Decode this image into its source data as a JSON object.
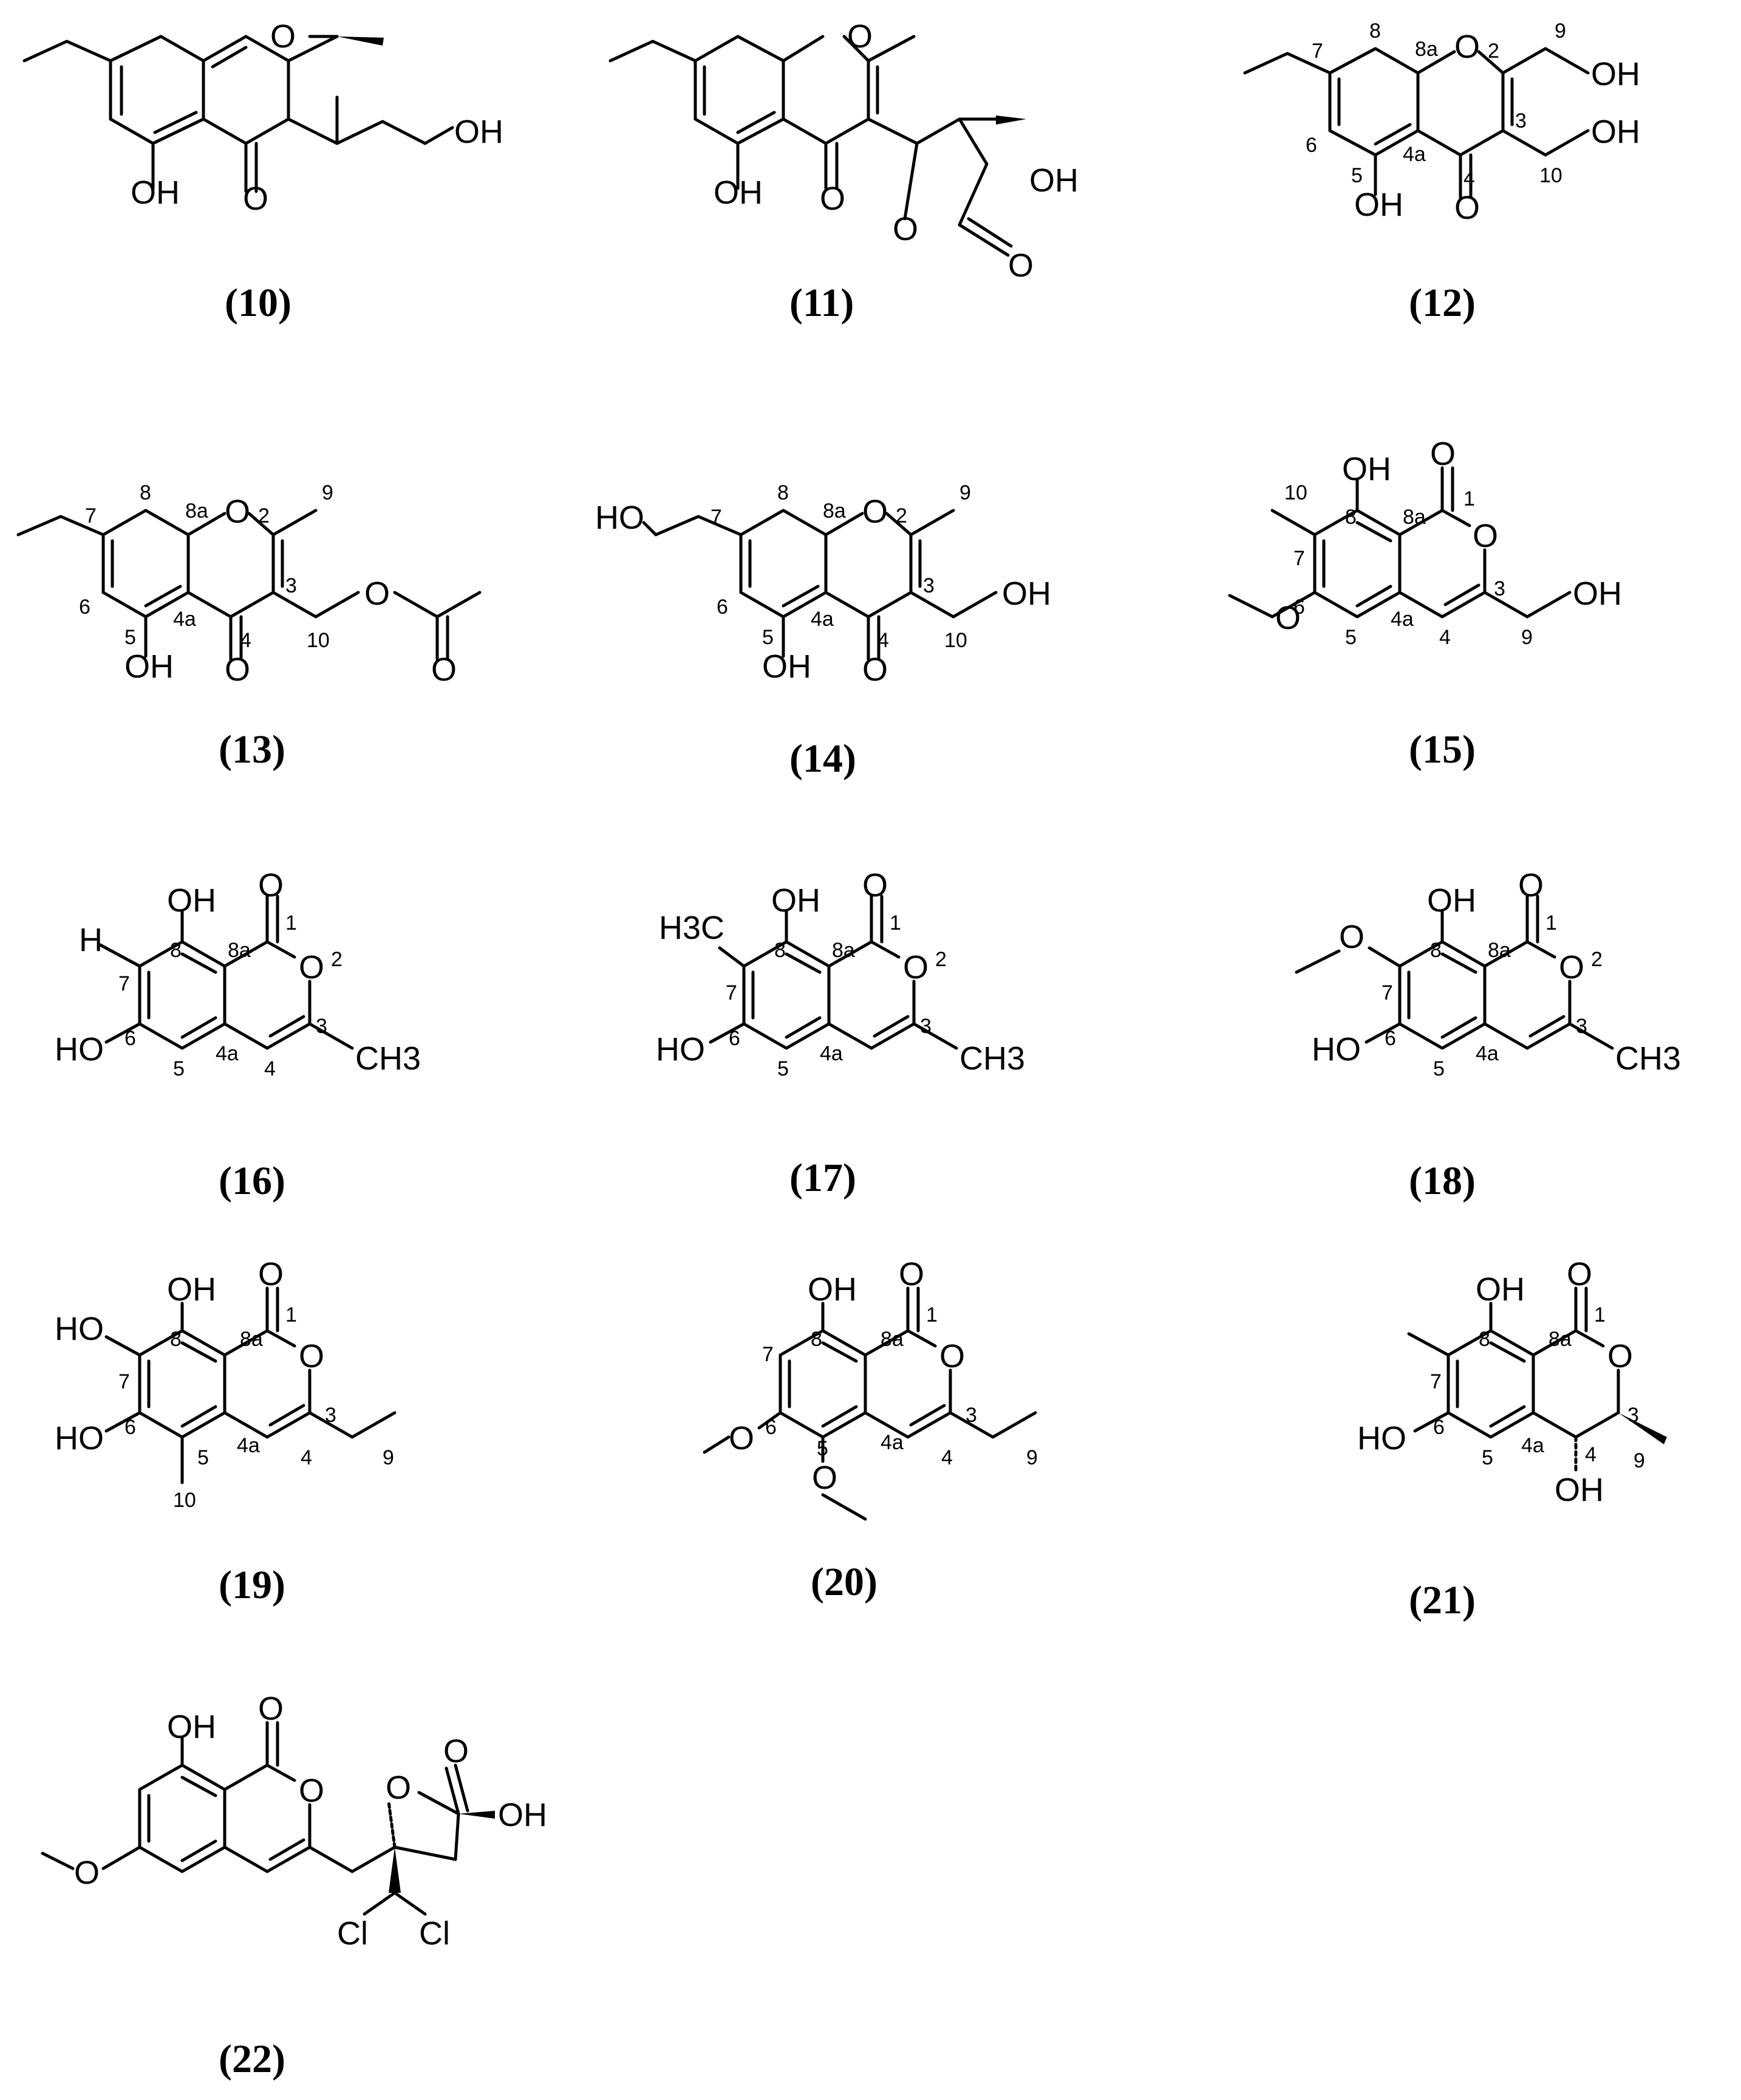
{
  "figure": {
    "compounds": [
      {
        "id": "10",
        "label": "(10)",
        "atoms": [
          "OH",
          "O",
          "O",
          "OH"
        ],
        "locants": []
      },
      {
        "id": "11",
        "label": "(11)",
        "atoms": [
          "O",
          "OH",
          "O",
          "O",
          "O",
          "OH"
        ],
        "locants": []
      },
      {
        "id": "12",
        "label": "(12)",
        "atoms": [
          "O",
          "OH",
          "OH",
          "O",
          "OH"
        ],
        "locants": [
          "8",
          "8a",
          "2",
          "9",
          "7",
          "6",
          "5",
          "4a",
          "4",
          "3",
          "10"
        ]
      },
      {
        "id": "13",
        "label": "(13)",
        "atoms": [
          "O",
          "OH",
          "O",
          "O",
          "O"
        ],
        "locants": [
          "8",
          "8a",
          "2",
          "9",
          "7",
          "6",
          "5",
          "4a",
          "4",
          "3",
          "10"
        ]
      },
      {
        "id": "14",
        "label": "(14)",
        "atoms": [
          "HO",
          "O",
          "OH",
          "O",
          "OH"
        ],
        "locants": [
          "7",
          "8",
          "8a",
          "2",
          "9",
          "6",
          "5",
          "4a",
          "4",
          "3",
          "10"
        ]
      },
      {
        "id": "15",
        "label": "(15)",
        "atoms": [
          "OH",
          "O",
          "O",
          "O",
          "OH"
        ],
        "locants": [
          "10",
          "8",
          "8a",
          "1",
          "7",
          "6",
          "5",
          "4a",
          "4",
          "3",
          "9"
        ]
      },
      {
        "id": "16",
        "label": "(16)",
        "atoms": [
          "OH",
          "O",
          "H",
          "O",
          "HO",
          "CH3"
        ],
        "locants": [
          "8",
          "8a",
          "1",
          "2",
          "7",
          "6",
          "5",
          "4a",
          "4",
          "3"
        ]
      },
      {
        "id": "17",
        "label": "(17)",
        "atoms": [
          "OH",
          "O",
          "H3C",
          "O",
          "HO",
          "CH3"
        ],
        "locants": [
          "8",
          "8a",
          "1",
          "2",
          "7",
          "6",
          "5",
          "4a",
          "3"
        ]
      },
      {
        "id": "18",
        "label": "(18)",
        "atoms": [
          "OH",
          "O",
          "O",
          "O",
          "HO",
          "CH3"
        ],
        "locants": [
          "8",
          "8a",
          "1",
          "2",
          "7",
          "6",
          "5",
          "4a",
          "3"
        ]
      },
      {
        "id": "19",
        "label": "(19)",
        "atoms": [
          "OH",
          "O",
          "HO",
          "O",
          "HO"
        ],
        "locants": [
          "8",
          "8a",
          "1",
          "7",
          "6",
          "5",
          "4a",
          "4",
          "3",
          "9",
          "10"
        ]
      },
      {
        "id": "20",
        "label": "(20)",
        "atoms": [
          "OH",
          "O",
          "O",
          "O",
          "O"
        ],
        "locants": [
          "8",
          "8a",
          "1",
          "7",
          "6",
          "5",
          "4a",
          "4",
          "3",
          "9"
        ]
      },
      {
        "id": "21",
        "label": "(21)",
        "atoms": [
          "OH",
          "O",
          "O",
          "HO",
          "OH"
        ],
        "locants": [
          "8",
          "8a",
          "1",
          "7",
          "6",
          "5",
          "4a",
          "4",
          "3",
          "9"
        ]
      },
      {
        "id": "22",
        "label": "(22)",
        "atoms": [
          "OH",
          "O",
          "O",
          "O",
          "O",
          "OH",
          "O",
          "Cl",
          "Cl"
        ],
        "locants": []
      }
    ]
  }
}
